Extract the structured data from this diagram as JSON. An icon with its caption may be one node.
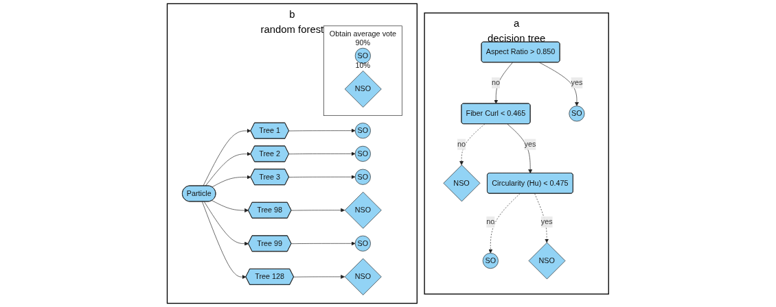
{
  "diagram": {
    "nodes": [
      {
        "text": [
          "a",
          "decision tree"
        ]
      },
      {
        "text": [
          "Aspect Ratio > 0.850"
        ],
        "in": 0
      },
      {
        "text": [
          "Fiber Curl < 0.465"
        ],
        "in": 0
      },
      {
        "text": [
          "Circularity (Hu) < 0.475"
        ],
        "in": 0
      },
      {
        "text": [
          "SO"
        ],
        "in": 0
      },
      {
        "text": [
          "NSO"
        ],
        "in": 0
      },
      {
        "text": [
          "SO"
        ],
        "in": 0
      },
      {
        "text": [
          "NSO"
        ],
        "in": 0
      },
      {
        "text": [
          "b",
          "random forest"
        ]
      },
      {
        "text": [
          "Particle"
        ],
        "in": 8
      },
      {
        "text": [
          "Tree 1"
        ],
        "in": 8
      },
      {
        "text": [
          "Tree 2"
        ],
        "in": 8
      },
      {
        "text": [
          "Tree 3"
        ],
        "in": 8
      },
      {
        "text": [
          "Tree 98"
        ],
        "in": 8
      },
      {
        "text": [
          "Tree 99"
        ],
        "in": 8
      },
      {
        "text": [
          "Tree 128"
        ],
        "in": 8
      },
      {
        "text": [
          "SO"
        ],
        "in": 8
      },
      {
        "text": [
          "SO"
        ],
        "in": 8
      },
      {
        "text": [
          "SO"
        ],
        "in": 8
      },
      {
        "text": [
          "NSO"
        ],
        "in": 8
      },
      {
        "text": [
          "SO"
        ],
        "in": 8
      },
      {
        "text": [
          "NSO"
        ],
        "in": 8
      },
      {
        "text": [
          "Obtain average vote"
        ],
        "in": 8
      },
      {
        "text": [
          "SO"
        ],
        "beside": [
          "90%"
        ],
        "in": 22
      },
      {
        "text": [
          "NSO"
        ],
        "beside": [
          "10%"
        ],
        "in": 22
      }
    ],
    "edges": [
      {
        "from": 1,
        "to": 2,
        "arrow": "to",
        "label": "no"
      },
      {
        "from": 1,
        "to": 4,
        "arrow": "to",
        "label": "yes"
      },
      {
        "from": 2,
        "to": 5,
        "arrow": "to",
        "label": "no",
        "style": "dashed"
      },
      {
        "from": 2,
        "to": 3,
        "arrow": "to",
        "label": "yes"
      },
      {
        "from": 3,
        "to": 6,
        "arrow": "to",
        "label": "no",
        "style": "dashed"
      },
      {
        "from": 3,
        "to": 7,
        "arrow": "to",
        "label": "yes",
        "style": "dashed"
      },
      {
        "from": 9,
        "to": 10,
        "arrow": "to"
      },
      {
        "from": 9,
        "to": 11,
        "arrow": "to"
      },
      {
        "from": 9,
        "to": 12,
        "arrow": "to"
      },
      {
        "from": 9,
        "to": 13,
        "arrow": "to"
      },
      {
        "from": 9,
        "to": 14,
        "arrow": "to"
      },
      {
        "from": 9,
        "to": 15,
        "arrow": "to"
      },
      {
        "from": 10,
        "to": 16,
        "arrow": "to"
      },
      {
        "from": 11,
        "to": 17,
        "arrow": "to"
      },
      {
        "from": 12,
        "to": 18,
        "arrow": "to"
      },
      {
        "from": 13,
        "to": 19,
        "arrow": "to"
      },
      {
        "from": 14,
        "to": 20,
        "arrow": "to"
      },
      {
        "from": 15,
        "to": 21,
        "arrow": "to"
      }
    ]
  }
}
